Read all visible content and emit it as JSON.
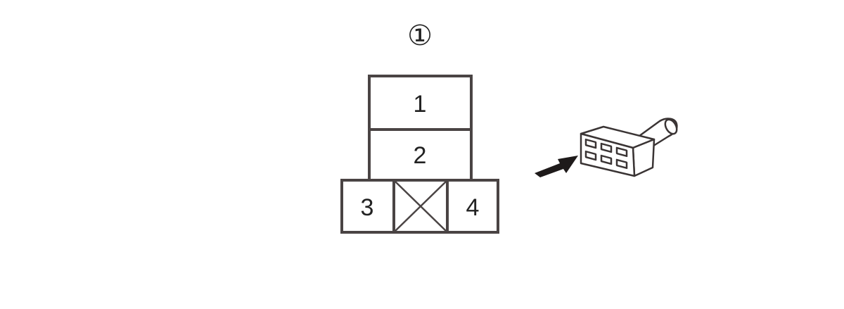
{
  "connector": {
    "marker": "①",
    "pins": [
      {
        "label": "1"
      },
      {
        "label": "2"
      },
      {
        "label": "3"
      },
      {
        "label": "4"
      }
    ],
    "blank_cavity_icon": "x-box-icon",
    "view_arrow_icon": "arrow-icon",
    "plug_icon": "connector-plug-icon"
  },
  "colors": {
    "stroke": "#4a4444",
    "text": "#222222"
  }
}
